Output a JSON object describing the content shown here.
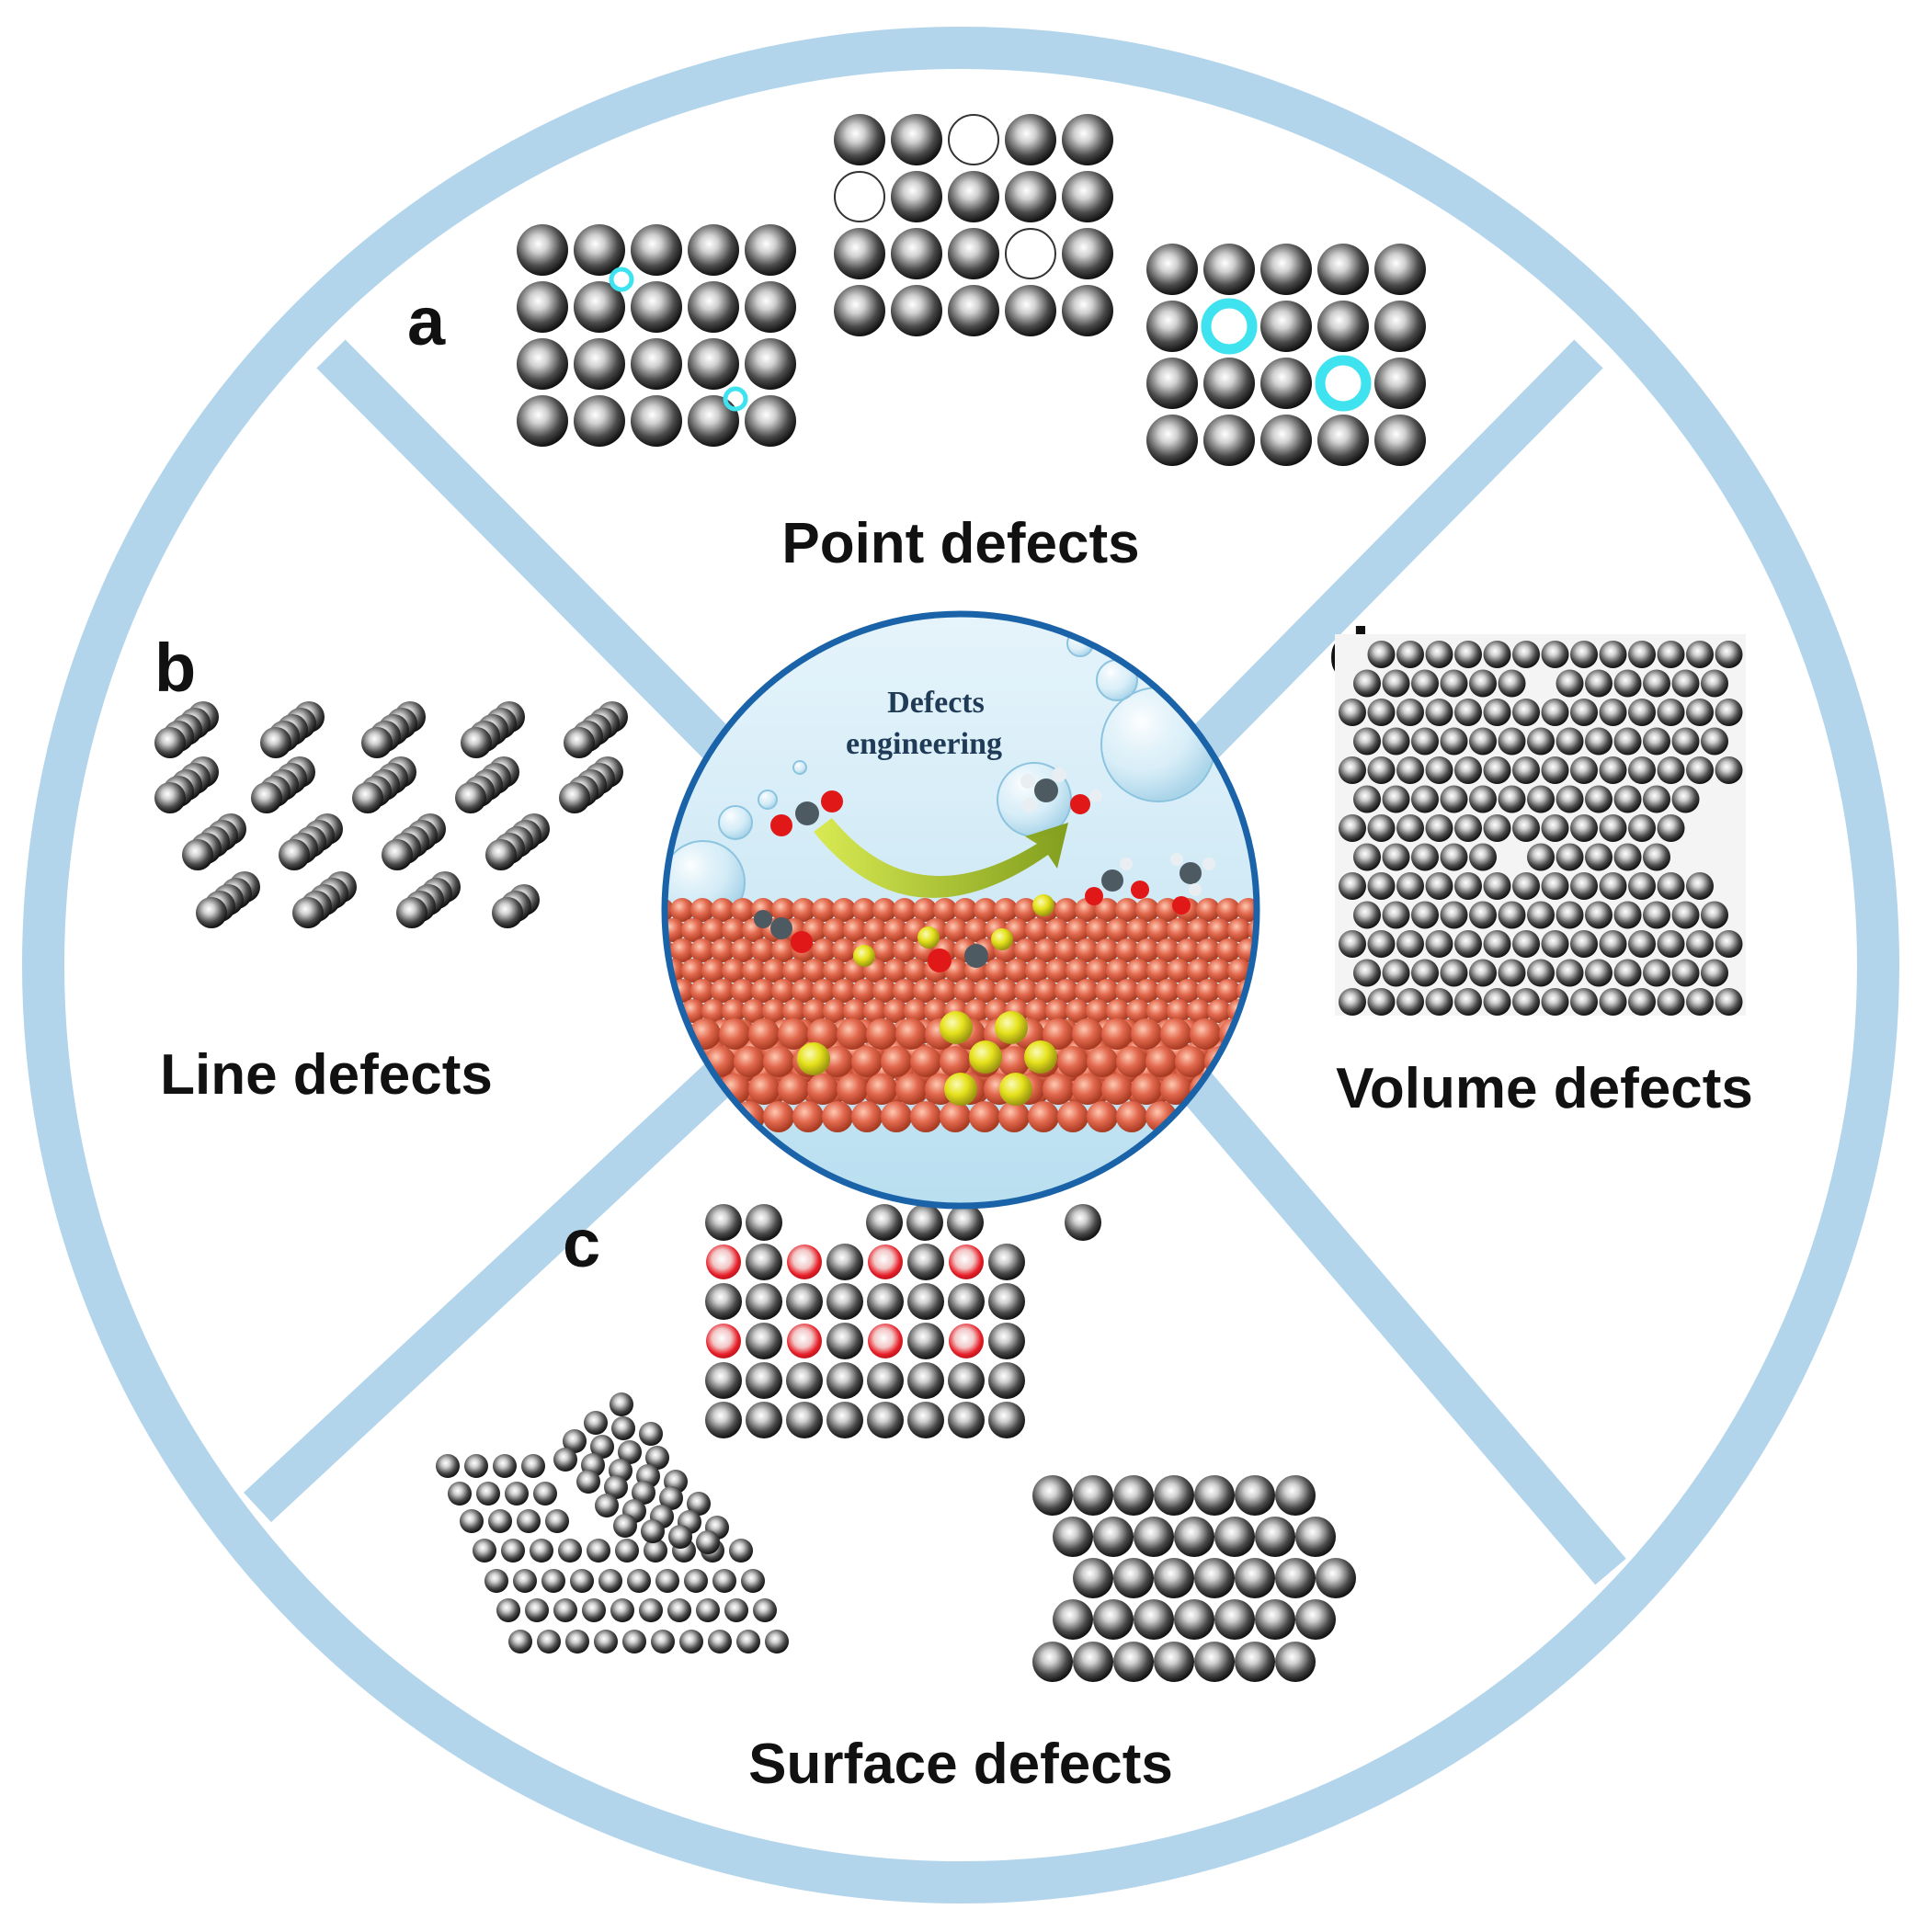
{
  "colors": {
    "ring": "#b3d5ec",
    "center_border": "#1b63a8",
    "atom_dark": "#2b2b2b",
    "interstitial_cyan": "#3fe3ef",
    "substitution_red": "#e8202a",
    "substrate_orange": "#e2694e",
    "dopant_yellow": "#e6e21d",
    "water_blue": "#cfe9f5"
  },
  "center": {
    "title_line1": "Defects",
    "title_line2": "engineering"
  },
  "panels": {
    "a": {
      "letter": "a",
      "label": "Point defects"
    },
    "b": {
      "letter": "b",
      "label": "Line defects"
    },
    "c": {
      "letter": "c",
      "label": "Surface defects"
    },
    "d": {
      "letter": "d",
      "label": "Volume defects"
    }
  }
}
